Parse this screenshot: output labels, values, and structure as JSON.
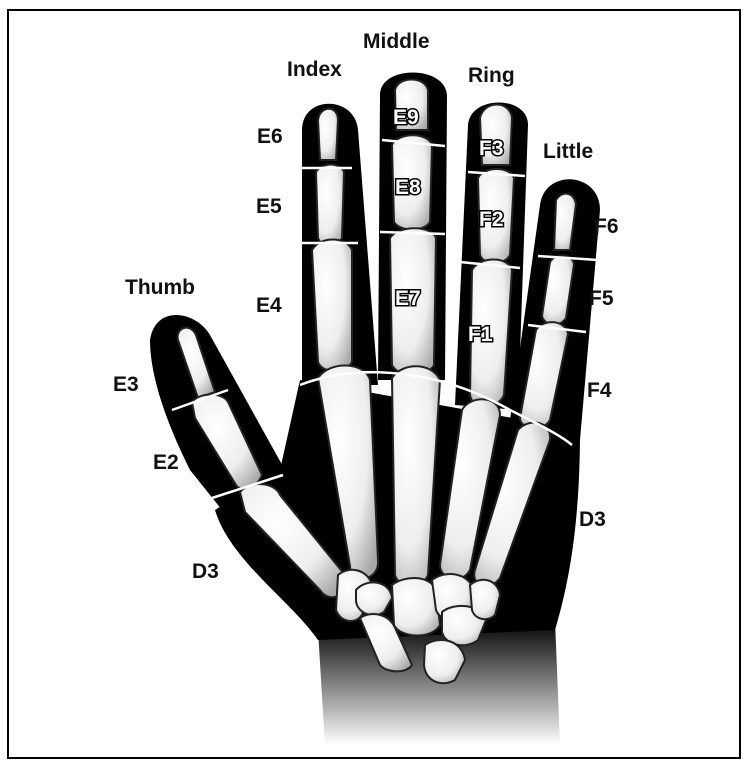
{
  "fingers": {
    "thumb": "Thumb",
    "index": "Index",
    "middle": "Middle",
    "ring": "Ring",
    "little": "Little"
  },
  "zones_left": {
    "e6": "E6",
    "e5": "E5",
    "e4": "E4",
    "e3": "E3",
    "e2": "E2",
    "d3": "D3"
  },
  "zones_middle": {
    "e9": "E9",
    "e8": "E8",
    "e7": "E7"
  },
  "zones_ring": {
    "f3": "F3",
    "f2": "F2",
    "f1": "F1"
  },
  "zones_right": {
    "f6": "F6",
    "f5": "F5",
    "f4": "F4",
    "d3": "D3"
  },
  "colors": {
    "skin": "#000000",
    "bone": "#f2f2f2",
    "bone_shade": "#c8c8c8",
    "joint_line": "#ffffff"
  }
}
